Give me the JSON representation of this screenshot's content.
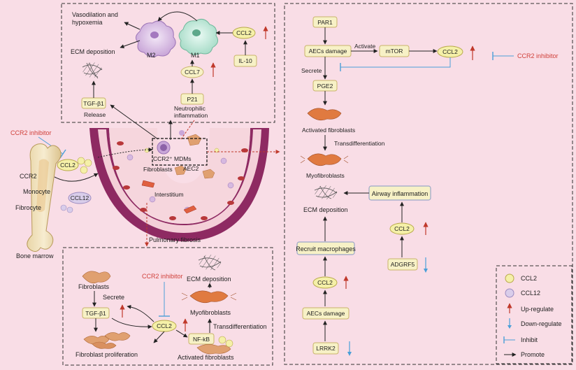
{
  "colors": {
    "background": "#f9dde6",
    "box_fill": "#f7f1c6",
    "box_stroke": "#c9b46a",
    "ccl2": "#f5f0a8",
    "ccl12": "#d9cdea",
    "up": "#d0403a",
    "down": "#4a9fd8",
    "inhibit": "#4a9fd8",
    "vessel": "#8e2a62"
  },
  "top_left": {
    "vasodilation": "Vasodilation and",
    "hypoxemia": "hypoxemia",
    "ecm_deposition": "ECM deposition",
    "m2": "M2",
    "m1": "M1",
    "ccl2": "CCL2",
    "il10": "IL-10",
    "ccl7": "CCL7",
    "p21": "P21",
    "tgfb1": "TGF-β1",
    "release": "Release",
    "neutrophilic": "Neutrophilic",
    "inflammation": "inflammation"
  },
  "center": {
    "ccr2_inhibitor": "CCR2 inhibitor",
    "ccl2": "CCL2",
    "ccr2": "CCR2",
    "monocyte": "Monocyte",
    "fibrocyte": "Fibrocyte",
    "ccl12": "CCL12",
    "bone_marrow": "Bone marrow",
    "mdms": "CCR2⁺ MDMs",
    "fibroblasts": "Fibroblasts",
    "aec2": "AEC2",
    "interstitium": "Interstitium",
    "pulmonary_fibrosis": "Pulmonary fibrosis"
  },
  "bottom_left": {
    "fibroblasts": "Fibroblasts",
    "secrete": "Secrete",
    "tgfb1": "TGF-β1",
    "fibroblast_proliferation": "Fibroblast proliferation",
    "ccr2_inhibitor": "CCR2 inhibitor",
    "ecm_deposition": "ECM deposition",
    "myofibroblasts": "Myofibroblasts",
    "transdifferentiation": "Transdifferentiation",
    "ccl2": "CCL2",
    "nfkb": "NF-kB",
    "activated_fibroblasts": "Activated fibroblasts"
  },
  "right": {
    "par1": "PAR1",
    "aecs_damage": "AECs damage",
    "activate": "Activate",
    "mtor": "mTOR",
    "ccl2": "CCL2",
    "ccr2_inhibitor": "CCR2 inhibitor",
    "secrete": "Secrete",
    "pge2": "PGE2",
    "activated_fibroblasts": "Activated fibroblasts",
    "transdifferentiation": "Transdifferentiation",
    "myofibroblasts": "Myofibroblasts",
    "ecm_deposition": "ECM deposition",
    "airway_inflammation": "Airway inflammation",
    "recruit_macrophages": "Recruit macrophages",
    "ccl2_lower": "CCL2",
    "ccl2_mid": "CCL2",
    "adgrf5": "ADGRF5",
    "aecs_damage_lower": "AECs damage",
    "lrrk2": "LRRK2"
  },
  "legend": {
    "ccl2": "CCL2",
    "ccl12": "CCL12",
    "up": "Up-regulate",
    "down": "Down-regulate",
    "inhibit": "Inhibit",
    "promote": "Promote"
  }
}
